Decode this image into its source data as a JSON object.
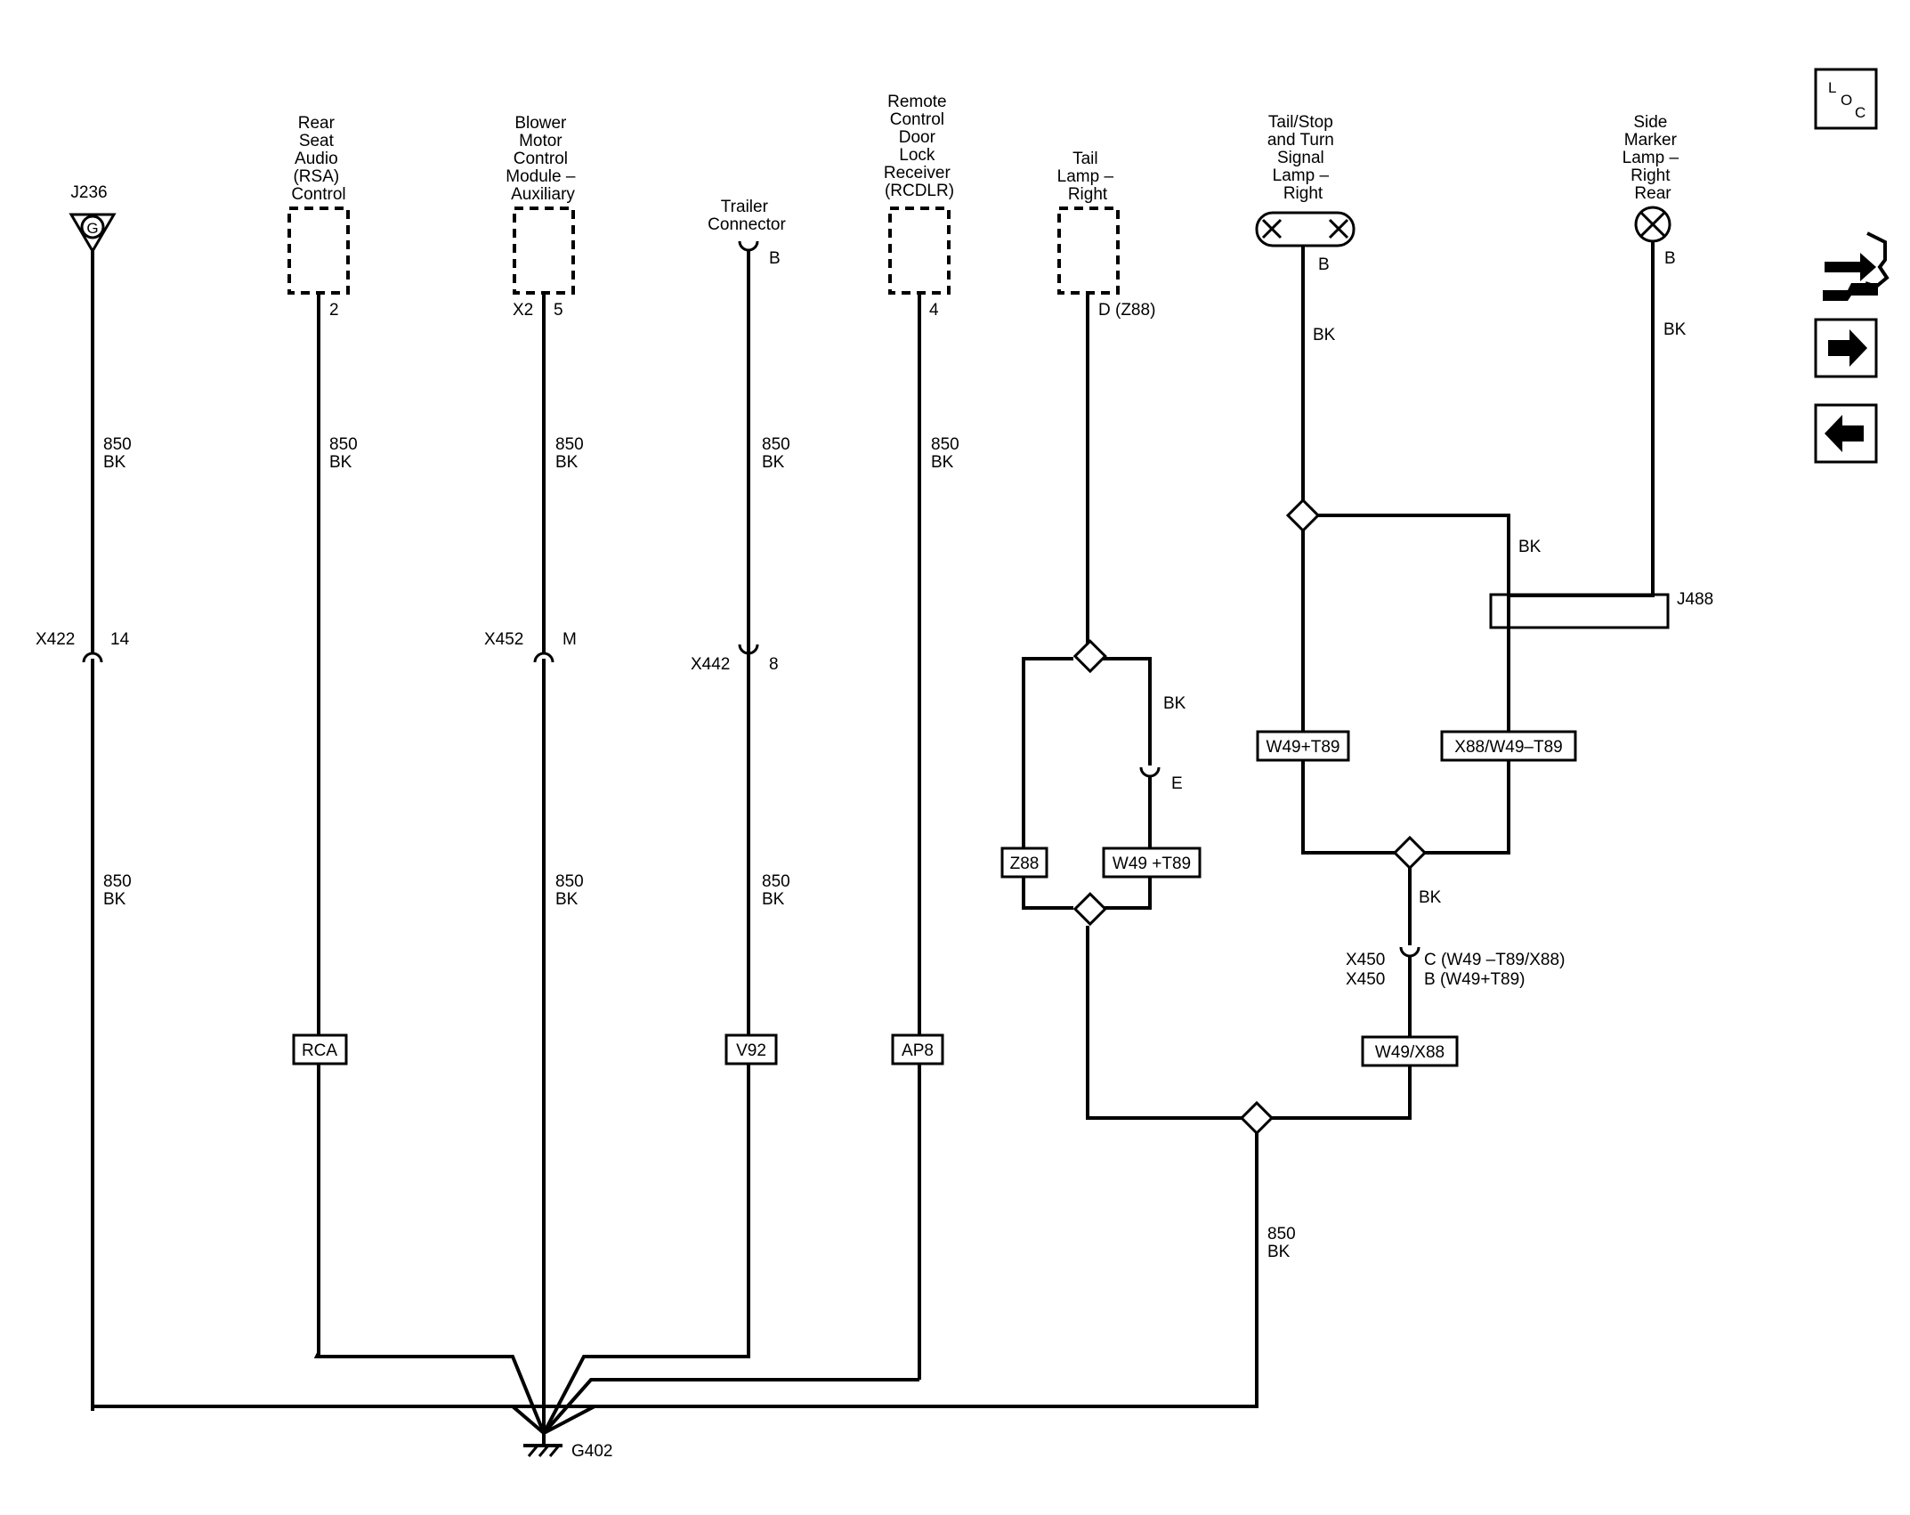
{
  "components": {
    "j236": {
      "ref": "J236",
      "pin": "G"
    },
    "rsa": {
      "title": [
        "Rear",
        "Seat",
        "Audio",
        "(RSA)",
        "Control"
      ],
      "pin": "2"
    },
    "blower": {
      "title": [
        "Blower",
        "Motor",
        "Control",
        "Module –",
        "Auxiliary"
      ],
      "connector": "X2",
      "pin": "5"
    },
    "trailer": {
      "title": [
        "Trailer",
        "Connector"
      ],
      "pin": "B"
    },
    "rcdlr": {
      "title": [
        "Remote",
        "Control",
        "Door",
        "Lock",
        "Receiver",
        "(RCDLR)"
      ],
      "pin": "4"
    },
    "tail_lamp": {
      "title": [
        "Tail",
        "Lamp –",
        "Right"
      ],
      "pin": "D (Z88)"
    },
    "tail_stop": {
      "title": [
        "Tail/Stop",
        "and Turn",
        "Signal",
        "Lamp –",
        "Right"
      ],
      "pin": "B"
    },
    "side_marker": {
      "title": [
        "Side",
        "Marker",
        "Lamp –",
        "Right",
        "Rear"
      ],
      "pin": "B"
    }
  },
  "wires": {
    "circuit": "850",
    "color": "BK"
  },
  "inline_connectors": {
    "x422": {
      "ref": "X422",
      "pin": "14"
    },
    "x452": {
      "ref": "X452",
      "pin": "M"
    },
    "x442": {
      "ref": "X442",
      "pin": "8"
    },
    "e_pin": "E",
    "x450a": {
      "ref": "X450",
      "pin": "C (W49 –T89/X88)"
    },
    "x450b": {
      "ref": "X450",
      "pin": "B (W49+T89)"
    }
  },
  "option_boxes": {
    "rca": "RCA",
    "v92": "V92",
    "ap8": "AP8",
    "z88": "Z88",
    "w49_t89_left": "W49 +T89",
    "w49_t89_right": "W49+T89",
    "x88_w49": "X88/W49–T89",
    "w49_x88": "W49/X88"
  },
  "splice": {
    "ref": "J488"
  },
  "ground": {
    "ref": "G402"
  },
  "nav": {
    "loc": [
      "L",
      "O",
      "C"
    ],
    "icons": [
      "connector-view-icon",
      "next-arrow-icon",
      "previous-arrow-icon"
    ]
  }
}
